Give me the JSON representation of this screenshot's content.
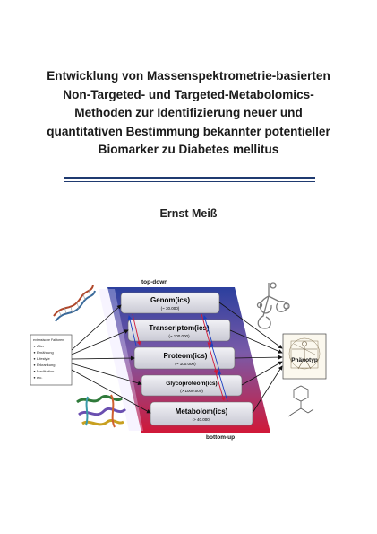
{
  "title_lines": [
    "Entwicklung von Massenspektrometrie-basierten",
    "Non-Targeted- und Targeted-Metabolomics-",
    "Methoden zur Identifizierung neuer und",
    "quantitativen Bestimmung bekannter potentieller",
    "Biomarker zu Diabetes mellitus"
  ],
  "author": "Ernst Meiß",
  "figure": {
    "top_label": "top-down",
    "bottom_label": "bottom-up",
    "levels": [
      {
        "name": "Genom(ics)",
        "count": "(~ 30.000)"
      },
      {
        "name": "Transcriptom(ics)",
        "count": "(~ 100.000)"
      },
      {
        "name": "Proteom(ics)",
        "count": "(~ 100.000)"
      },
      {
        "name": "Glycoproteom(ics)",
        "count": "(> 1000.000)"
      },
      {
        "name": "Metabolom(ics)",
        "count": "(> 40.000)"
      }
    ],
    "factors_title": "extrinsische Faktoren",
    "factors": [
      "Alter",
      "Ernährung",
      "Lifestyle",
      "Erkrankung",
      "Medikation",
      "etc."
    ],
    "phenotype": "Phänotyp",
    "colors": {
      "rule": "#1f3a70",
      "pyramid_top": "#2b3f9e",
      "pyramid_bottom": "#d01838"
    }
  }
}
